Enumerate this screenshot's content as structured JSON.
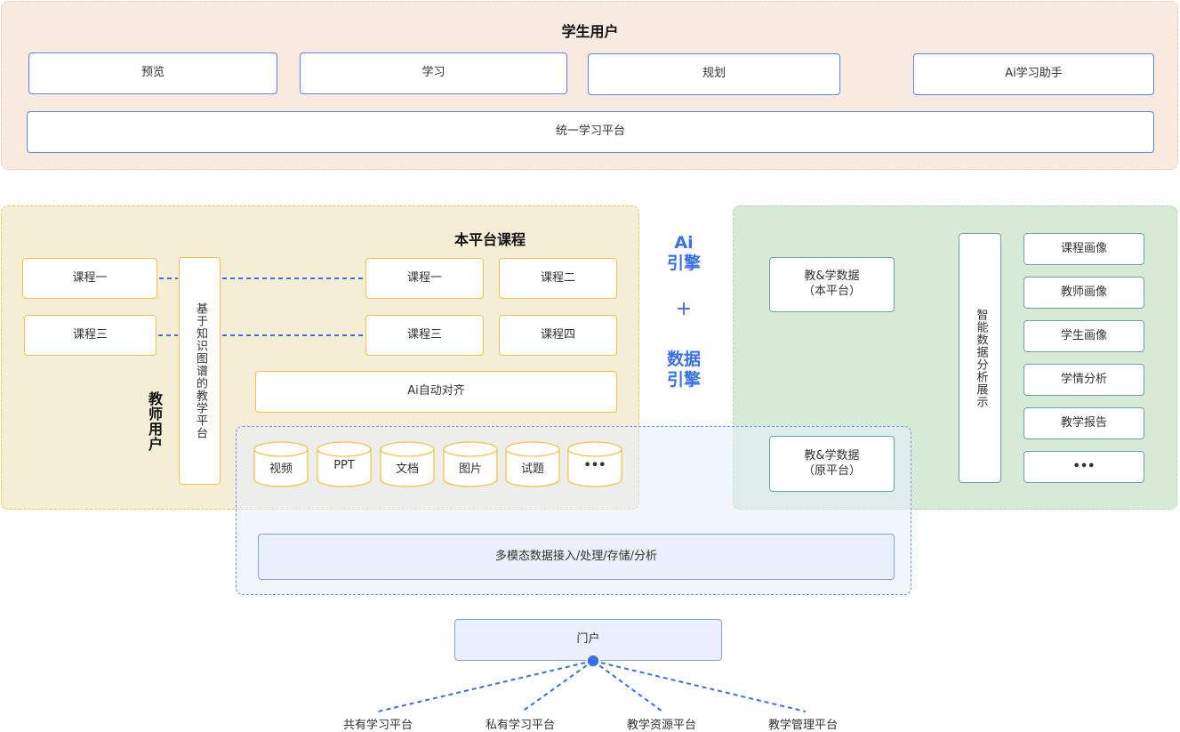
{
  "student": {
    "title": "学生用户",
    "items": [
      "预览",
      "学习",
      "规划",
      "Ai学习助手"
    ],
    "platform": "统一学习平台"
  },
  "teacher": {
    "title": "本平台课程",
    "user_label": "教师用户",
    "left_courses": [
      "课程一",
      "课程三"
    ],
    "knowledge_platform": "基于知识图谱的教学平台",
    "platform_courses": [
      "课程一",
      "课程二",
      "课程三",
      "课程四"
    ],
    "ai_align": "Ai自动对齐",
    "resources": [
      "视频",
      "PPT",
      "文档",
      "图片",
      "试题",
      "•••"
    ]
  },
  "engine": {
    "ai": "Ai\n引擎",
    "plus": "+",
    "data": "数据\n引擎"
  },
  "analysis": {
    "data_local": "教&学数据\n（本平台）",
    "data_origin": "教&学数据\n（原平台）",
    "smart_display": "智能数据分析展示",
    "items": [
      "课程画像",
      "教师画像",
      "学生画像",
      "学情分析",
      "教学报告",
      "•••"
    ]
  },
  "data_layer": {
    "label": "多模态数据接入/处理/存储/分析"
  },
  "portal": {
    "label": "门户",
    "targets": [
      "共有学习平台",
      "私有学习平台",
      "教学资源平台",
      "教学管理平台"
    ]
  },
  "colors": {
    "accent_blue": "#3a6fe6",
    "student_bg": "#f8eadf",
    "teacher_bg": "#f5eed7",
    "analysis_bg": "#d6ead5",
    "yellow_border": "#f2c24b"
  }
}
